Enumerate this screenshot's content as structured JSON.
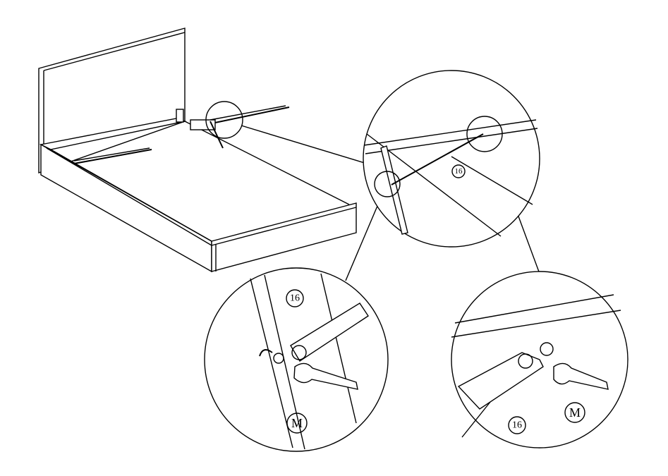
{
  "labels": {
    "part_top_detail": "16",
    "part_left_detail": "16",
    "part_right_detail": "16",
    "tool_left_detail": "M",
    "tool_right_detail": "M"
  }
}
